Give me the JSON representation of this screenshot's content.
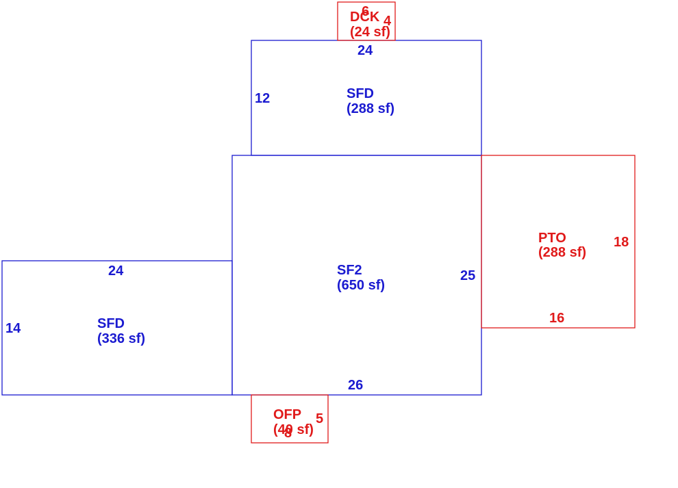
{
  "colors": {
    "main": "#1a1ad0",
    "secondary": "#e01a1a"
  },
  "areas": {
    "sfd_top": {
      "code": "SFD",
      "area": "(288 sf)",
      "dim_top": "24",
      "dim_side": "12"
    },
    "sf2": {
      "code": "SF2",
      "area": "(650 sf)",
      "dim_bottom": "26",
      "dim_side": "25"
    },
    "sfd_left": {
      "code": "SFD",
      "area": "(336 sf)",
      "dim_top": "24",
      "dim_side": "14"
    },
    "dck": {
      "code": "DCK",
      "area": "(24 sf)",
      "dim_top": "6",
      "dim_side": "4"
    },
    "pto": {
      "code": "PTO",
      "area": "(288 sf)",
      "dim_bottom": "16",
      "dim_side": "18"
    },
    "ofp": {
      "code": "OFP",
      "area": "(40 sf)",
      "dim_bottom": "8",
      "dim_side": "5"
    }
  }
}
